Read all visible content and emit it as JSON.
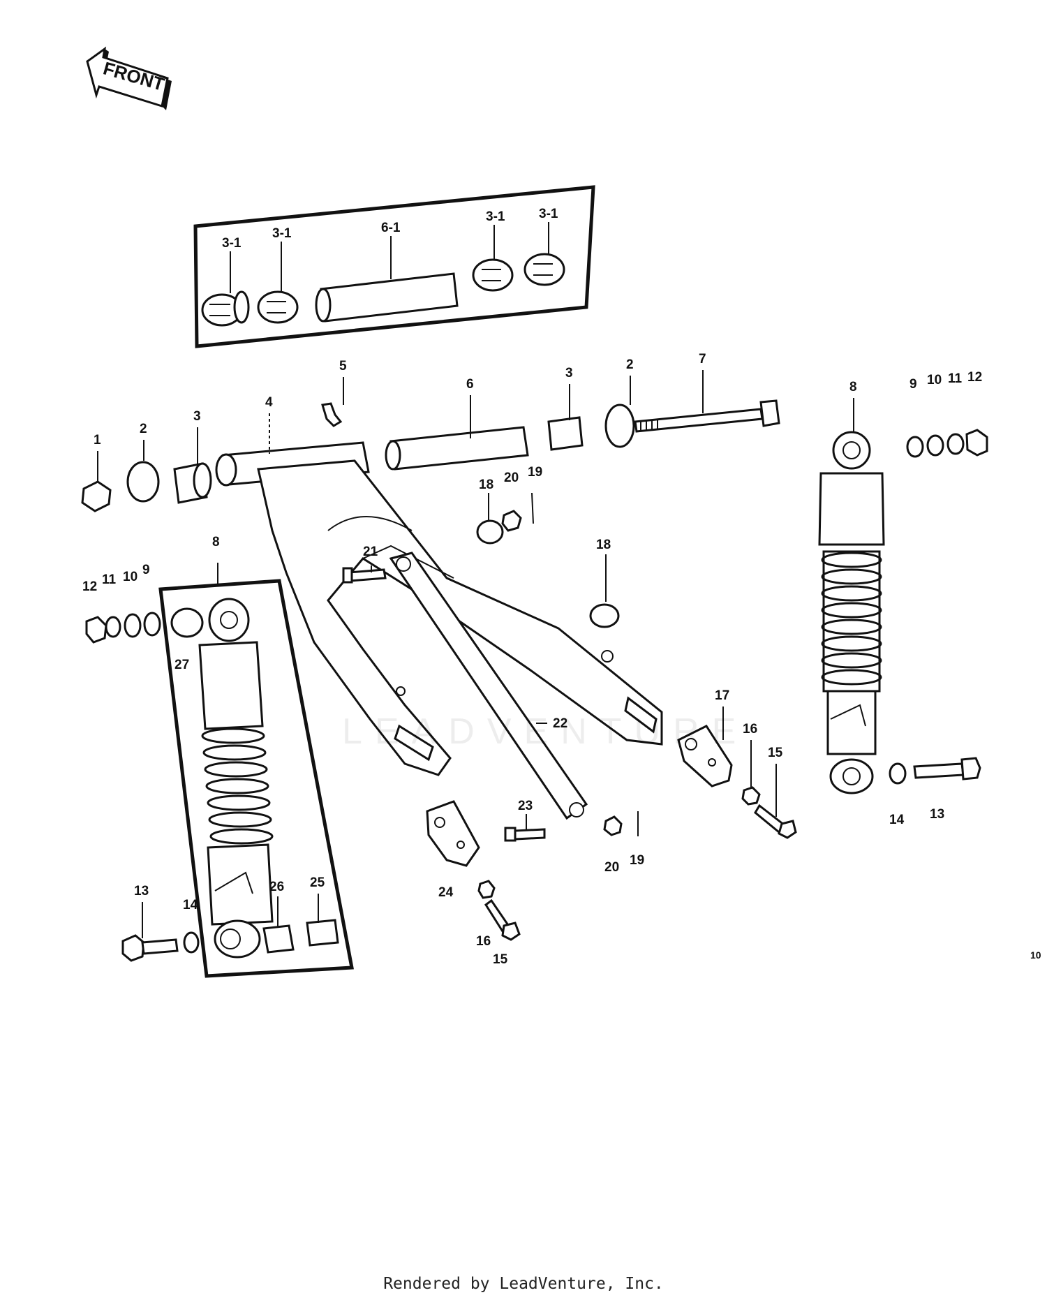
{
  "front_label": "FRONT",
  "kit_box_labels": [
    "3-1",
    "3-1",
    "6-1",
    "3-1",
    "3-1"
  ],
  "callouts": [
    "1",
    "2",
    "3",
    "4",
    "5",
    "6",
    "3",
    "2",
    "7",
    "8",
    "9",
    "10",
    "11",
    "12",
    "18",
    "20",
    "19",
    "18",
    "21",
    "8",
    "12",
    "11",
    "10",
    "9",
    "27",
    "22",
    "17",
    "16",
    "15",
    "14",
    "13",
    "23",
    "20",
    "19",
    "24",
    "16",
    "15",
    "13",
    "14",
    "26",
    "25"
  ],
  "page_number": "10",
  "watermark": "LEADVENTURE",
  "footer": "Rendered by LeadVenture, Inc."
}
